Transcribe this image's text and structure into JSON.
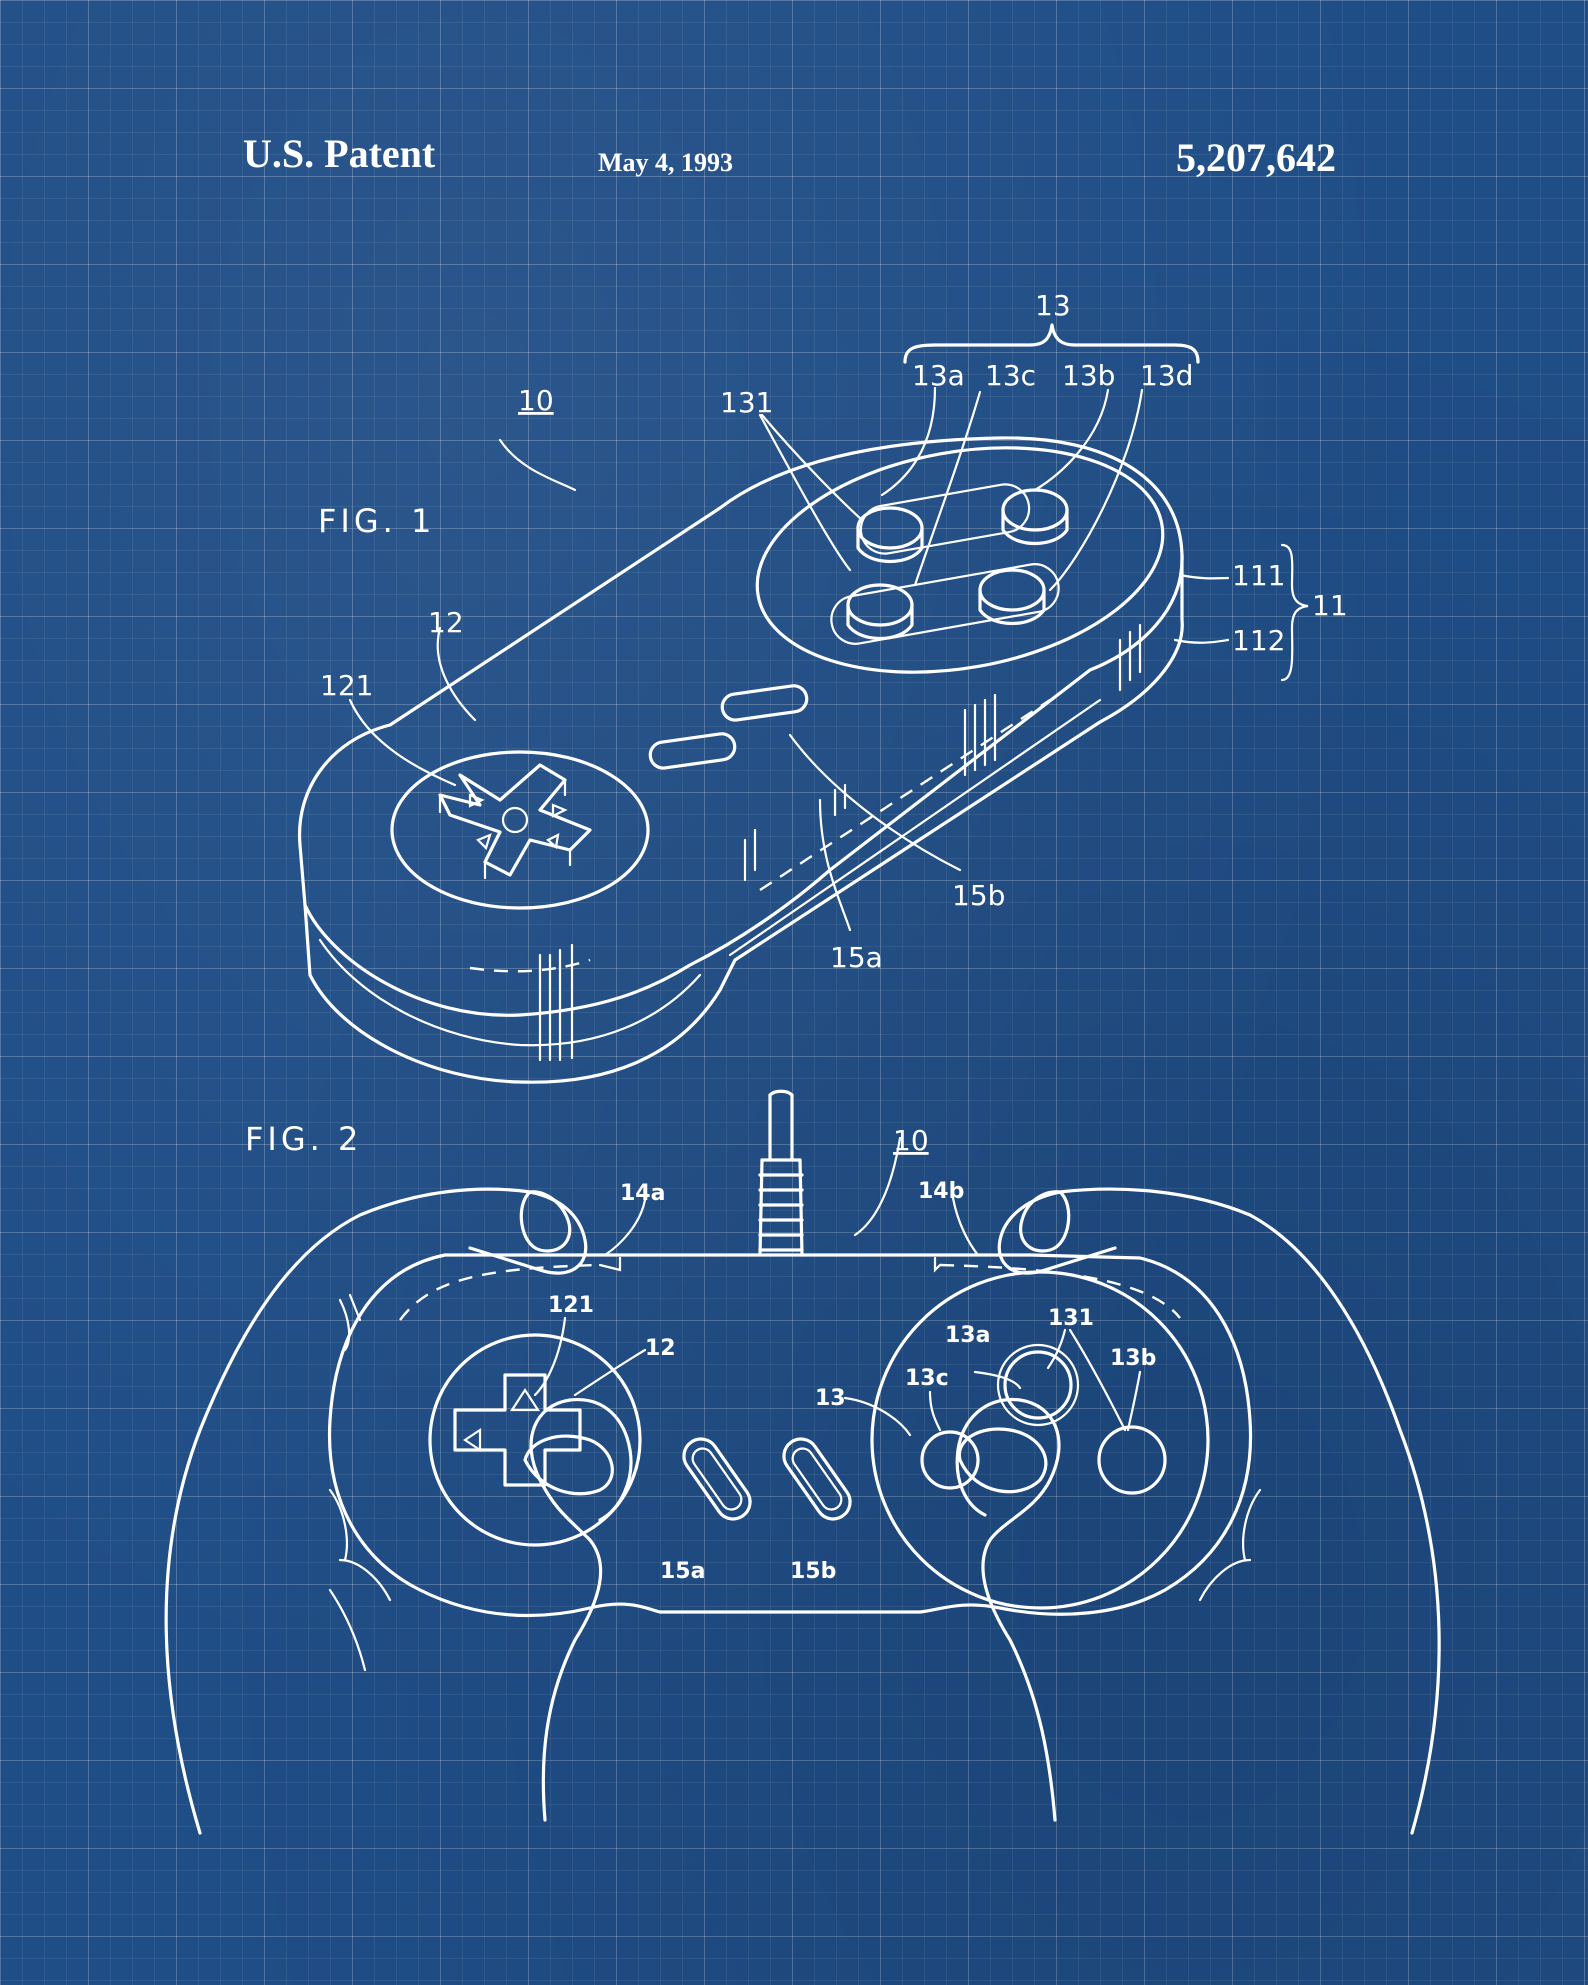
{
  "header": {
    "patent_label": "U.S. Patent",
    "date": "May 4, 1993",
    "patent_number": "5,207,642"
  },
  "figure1": {
    "title": "FIG. 1",
    "labels": {
      "controller": "10",
      "button_group": "13",
      "btn_13a": "13a",
      "btn_13c": "13c",
      "btn_13b": "13b",
      "btn_13d": "13d",
      "recess": "131",
      "housing": "11",
      "upper_case": "111",
      "lower_case": "112",
      "cross_key": "12",
      "cross_key_top": "121",
      "select": "15a",
      "start": "15b"
    }
  },
  "figure2": {
    "title": "FIG. 2",
    "labels": {
      "controller": "10",
      "left_shoulder": "14a",
      "right_shoulder": "14b",
      "cross_key_top": "121",
      "cross_key": "12",
      "button_group": "13",
      "btn_13a": "13a",
      "btn_13c": "13c",
      "btn_13b": "13b",
      "recess": "131",
      "select": "15a",
      "start": "15b"
    }
  },
  "colors": {
    "background": "#1f4d86",
    "ink": "#ffffff"
  }
}
